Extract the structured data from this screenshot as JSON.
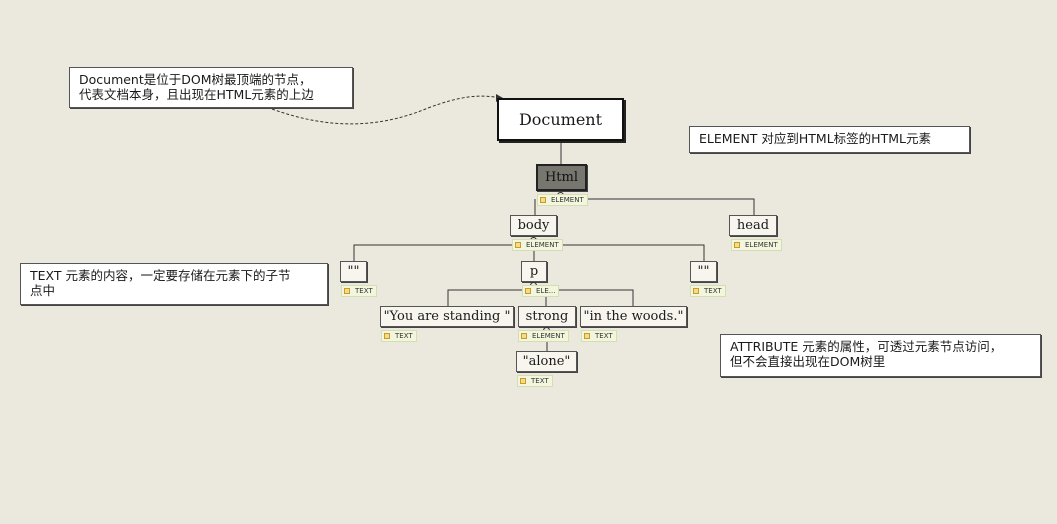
{
  "diagram": {
    "nodes": {
      "document": "Document",
      "html": "Html",
      "body": "body",
      "head": "head",
      "text_left": "\"\"",
      "p": "p",
      "text_right": "\"\"",
      "you_are_standing": "\"You are standing \"",
      "strong": "strong",
      "in_the_woods": "\"in the woods.\"",
      "alone": "\"alone\""
    },
    "tags": {
      "html": "ELEMENT",
      "head": "ELEMENT",
      "body": "ELEMENT",
      "text_left": "TEXT",
      "p": "ELE...",
      "text_right": "TEXT",
      "you_are_standing": "TEXT",
      "strong": "ELEMENT",
      "in_the_woods": "TEXT",
      "alone": "TEXT"
    },
    "notes": {
      "document": [
        "Document是位于DOM树最顶端的节点，",
        "代表文档本身，且出现在HTML元素的上边"
      ],
      "element": [
        "ELEMENT 对应到HTML标签的HTML元素"
      ],
      "text": [
        "TEXT 元素的内容，一定要存储在元素下的子节",
        "点中"
      ],
      "attribute": [
        "ATTRIBUTE 元素的属性，可透过元素节点访问，",
        "但不会直接出现在DOM树里"
      ]
    }
  },
  "colors": {
    "background": "#ebe8de",
    "node_fill": "#f7f5ee",
    "html_fill": "#777770",
    "tag_fill": "#f2f6dc",
    "tag_icon": "#f5dc8a"
  }
}
